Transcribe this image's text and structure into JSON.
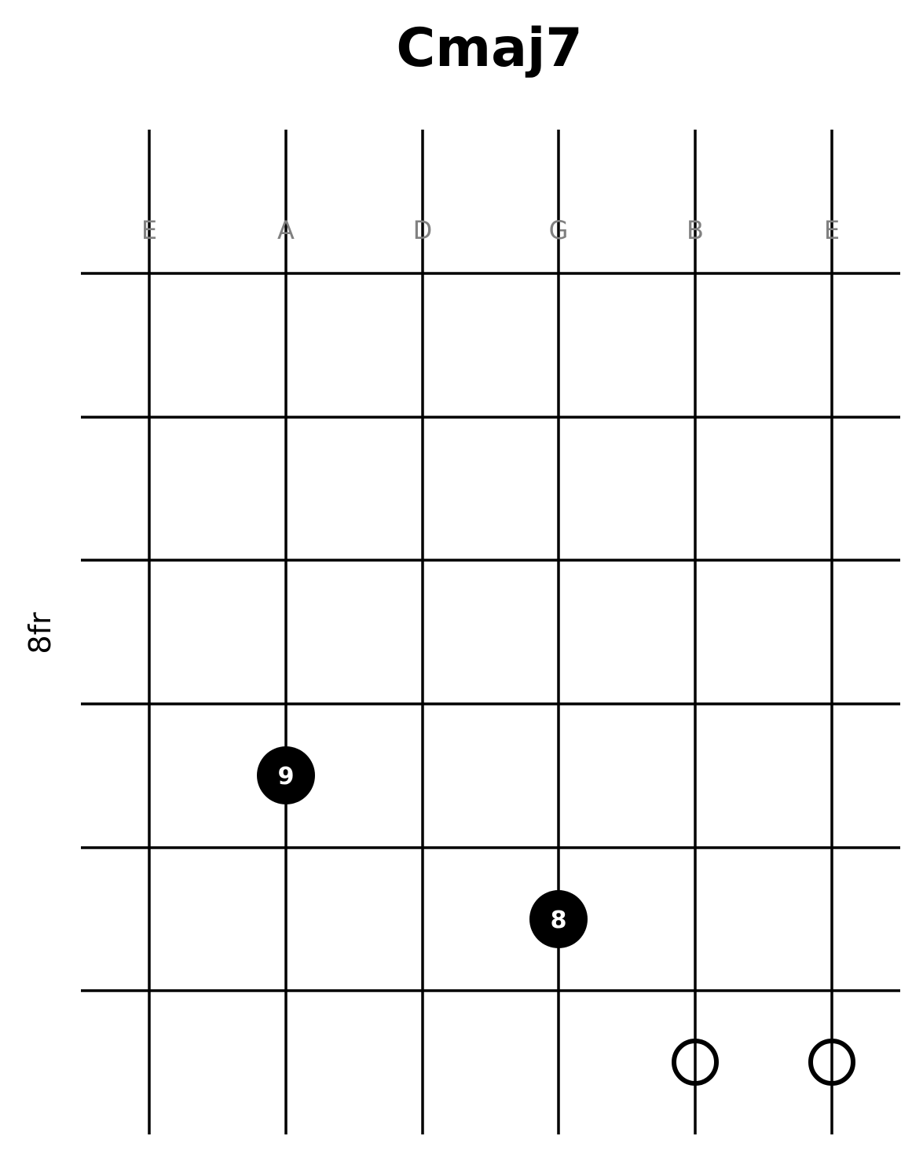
{
  "title": "Cmaj7",
  "fret_position_label": "8fr",
  "strings": [
    "E",
    "A",
    "D",
    "G",
    "B",
    "E"
  ],
  "fingered_notes": [
    {
      "string": 1,
      "fret_row": 4,
      "label": "9"
    },
    {
      "string": 3,
      "fret_row": 5,
      "label": "8"
    }
  ],
  "open_markers": [
    {
      "string": 4
    },
    {
      "string": 5
    }
  ],
  "fret_rows_shown": 6,
  "colors": {
    "line": "#000000",
    "string_name": "#808080",
    "dot_fill": "#000000",
    "dot_text": "#ffffff",
    "background": "#ffffff"
  }
}
